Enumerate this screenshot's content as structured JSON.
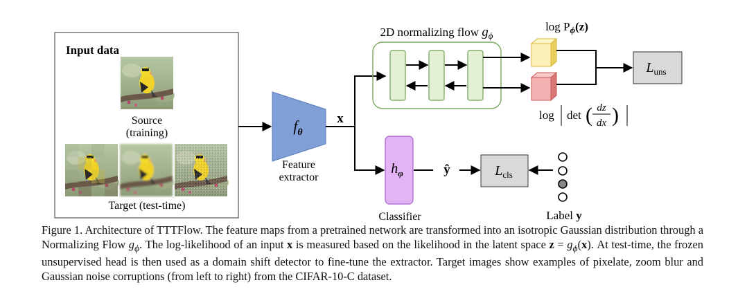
{
  "input_box": {
    "title": "Input data",
    "source_label_line1": "Source",
    "source_label_line2": "(training)",
    "target_label": "Target (test-time)"
  },
  "images": {
    "source": "goldfinch-photo",
    "targets": [
      "goldfinch-pixelate",
      "goldfinch-zoom-blur",
      "goldfinch-gaussian-noise"
    ]
  },
  "feature_extractor": {
    "symbol_base": "f",
    "symbol_sub": "θ",
    "label_line1": "Feature",
    "label_line2": "extractor",
    "output_symbol": "x"
  },
  "flow": {
    "title_text": "2D normalizing flow ",
    "title_symbol": "g",
    "title_sub": "ϕ"
  },
  "log_prob": {
    "text": "log P",
    "sub": "ϕ",
    "arg": "(z)"
  },
  "log_det": {
    "log": "log",
    "det": "det",
    "num": "dz",
    "den": "dx"
  },
  "loss_uns": {
    "symbol": "L",
    "sub": "uns"
  },
  "classifier": {
    "symbol": "h",
    "sub": "φ",
    "label": "Classifier",
    "output_symbol": "ŷ"
  },
  "loss_cls": {
    "symbol": "L",
    "sub": "cls"
  },
  "label": {
    "text": "Label ",
    "symbol": "y"
  },
  "colors": {
    "extractor_fill": "#7f9fd6",
    "extractor_stroke": "#5a7bbb",
    "flow_border": "#79a85a",
    "flow_block_fill": "#e3f0d4",
    "flow_block_stroke": "#6f9e52",
    "cube_yellow": "#fdf1b8",
    "cube_yellow_stroke": "#d9b83a",
    "cube_red": "#f3b1b1",
    "cube_red_stroke": "#c45a5a",
    "classifier_fill": "#e2b3f5",
    "classifier_stroke": "#a55fc8",
    "loss_fill": "#d9d9d9",
    "label_dot_gray": "#888888"
  },
  "caption": {
    "lead": "Figure 1. Architecture of TTTFlow. The feature maps from a pretrained network are transformed into an isotropic Gaussian distribution through a Normalizing Flow ",
    "g_symbol": "g",
    "g_sub": "ϕ",
    "part2": ". The log-likelihood of an input ",
    "x_symbol": "x",
    "part3": " is measured based on the likelihood in the latent space ",
    "z_eq": "z",
    "eq_sign": " = ",
    "g2_symbol": "g",
    "g2_sub": "ϕ",
    "paren_open": "(",
    "x2_symbol": "x",
    "paren_close": ")",
    "part4": ". At test-time, the frozen unsupervised head is then used as a domain shift detector to fine-tune the extractor. Target images show examples of pixelate, zoom blur and Gaussian noise corruptions (from left to right) from the CIFAR-10-C dataset."
  }
}
